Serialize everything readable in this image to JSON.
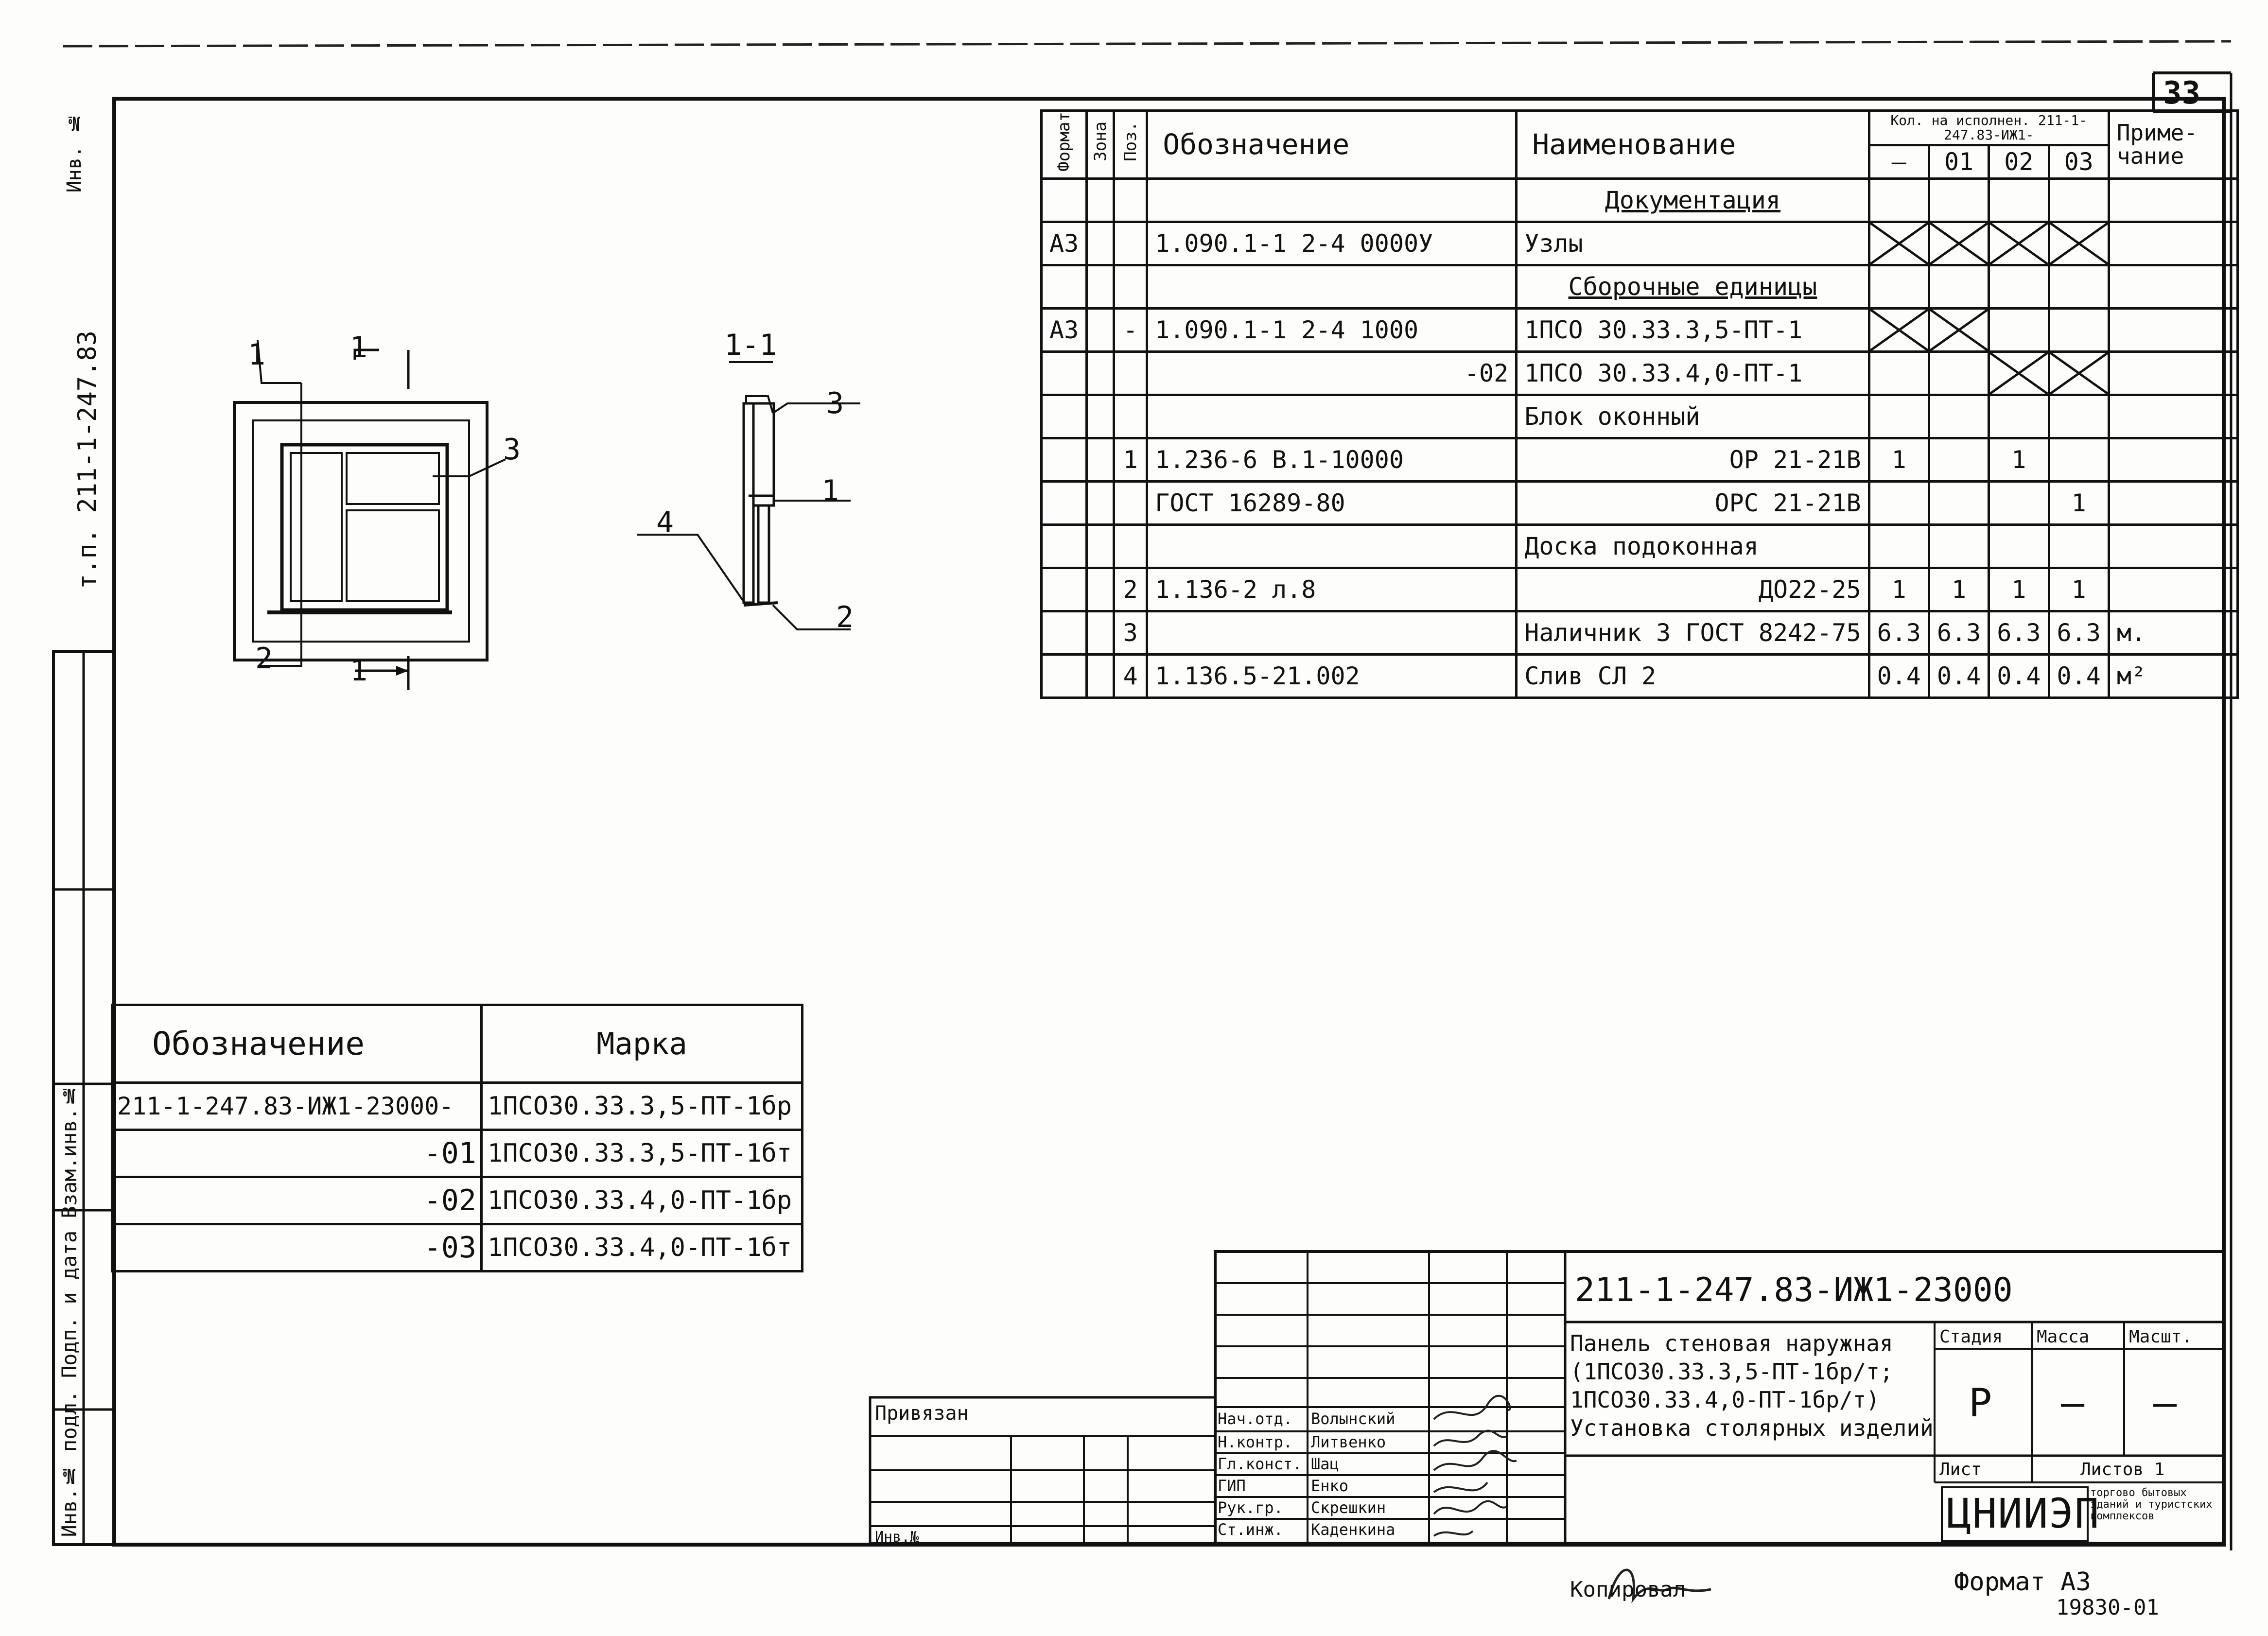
{
  "sheet": {
    "number": "33",
    "side_note_top": "Инв. №",
    "side_note_code": "т.п. 211-1-247.83",
    "left_strip": "Инв.№ подл. Подп. и дата Взам.инв.№"
  },
  "section_labels": {
    "section_1_left": "1",
    "section_1_top": "1",
    "section_1_bottom": "1",
    "section_2_left": "2",
    "callout_3": "3",
    "section_title": "1-1",
    "callout_3b": "3",
    "callout_1b": "1",
    "callout_4": "4",
    "callout_2b": "2"
  },
  "spec": {
    "headers": {
      "format": "Формат",
      "zone": "Зона",
      "pos": "Поз.",
      "designation": "Обозначение",
      "name": "Наименование",
      "qty_title": "Кол. на исполнен. 211-1-247.83-ИЖ1-",
      "qty_cols": [
        "—",
        "01",
        "02",
        "03"
      ],
      "note": "Приме-чание"
    },
    "rows": [
      {
        "format": "",
        "pos": "",
        "designation": "",
        "name": "Документация",
        "q": [
          "",
          "",
          "",
          ""
        ],
        "note": "",
        "kind": "section"
      },
      {
        "format": "А3",
        "pos": "",
        "designation": "1.090.1-1 2-4 0000У",
        "name": "Узлы",
        "q": [
          "x",
          "x",
          "x",
          "x"
        ],
        "note": ""
      },
      {
        "format": "",
        "pos": "",
        "designation": "",
        "name": "Сборочные единицы",
        "q": [
          "",
          "",
          "",
          ""
        ],
        "note": "",
        "kind": "section"
      },
      {
        "format": "А3",
        "pos": "-",
        "designation": "1.090.1-1 2-4 1000",
        "name": "1ПСО 30.33.3,5-ПТ-1",
        "q": [
          "x",
          "x",
          "",
          ""
        ],
        "note": ""
      },
      {
        "format": "",
        "pos": "",
        "designation": "-02",
        "name": "1ПСО 30.33.4,0-ПТ-1",
        "q": [
          "",
          "",
          "x",
          "x"
        ],
        "note": "",
        "align": "right"
      },
      {
        "format": "",
        "pos": "",
        "designation": "",
        "name": "Блок оконный",
        "q": [
          "",
          "",
          "",
          ""
        ],
        "note": "",
        "kind": "plain"
      },
      {
        "format": "",
        "pos": "1",
        "designation": "1.236-6 В.1-10000",
        "name": "ОР 21-21В",
        "q": [
          "1",
          "",
          "1",
          ""
        ],
        "note": "",
        "nameAlign": "right"
      },
      {
        "format": "",
        "pos": "",
        "designation": "ГОСТ 16289-80",
        "name": "ОРС 21-21В",
        "q": [
          "",
          "",
          "",
          "1"
        ],
        "note": "",
        "nameAlign": "right"
      },
      {
        "format": "",
        "pos": "",
        "designation": "",
        "name": "Доска подоконная",
        "q": [
          "",
          "",
          "",
          ""
        ],
        "note": "",
        "kind": "plain"
      },
      {
        "format": "",
        "pos": "2",
        "designation": "1.136-2 л.8",
        "name": "ДО22-25",
        "q": [
          "1",
          "1",
          "1",
          "1"
        ],
        "note": "",
        "nameAlign": "right"
      },
      {
        "format": "",
        "pos": "3",
        "designation": "",
        "name": "Наличник 3 ГОСТ 8242-75",
        "q": [
          "6.3",
          "6.3",
          "6.3",
          "6.3"
        ],
        "note": "м."
      },
      {
        "format": "",
        "pos": "4",
        "designation": "1.136.5-21.002",
        "name": "Слив СЛ 2",
        "q": [
          "0.4",
          "0.4",
          "0.4",
          "0.4"
        ],
        "note": "м²"
      }
    ]
  },
  "marks": {
    "headers": {
      "designation": "Обозначение",
      "mark": "Марка"
    },
    "rows": [
      {
        "designation": "211-1-247.83-ИЖ1-23000-",
        "mark": "1ПСО30.33.3,5-ПТ-1бр"
      },
      {
        "designation": "-01",
        "mark": "1ПСО30.33.3,5-ПТ-1бт"
      },
      {
        "designation": "-02",
        "mark": "1ПСО30.33.4,0-ПТ-1бр"
      },
      {
        "designation": "-03",
        "mark": "1ПСО30.33.4,0-ПТ-1бт"
      }
    ]
  },
  "title_block": {
    "code": "211-1-247.83-ИЖ1-23000",
    "title_lines": [
      "Панель стеновая наружная",
      "(1ПСО30.33.3,5-ПТ-1бр/т;",
      "1ПСО30.33.4,0-ПТ-1бр/т)",
      "Установка столярных изделий"
    ],
    "stage_h": "Стадия",
    "mass_h": "Масса",
    "scale_h": "Масшт.",
    "stage": "Р",
    "mass": "—",
    "scale": "—",
    "sheet_h": "Лист",
    "sheets_h": "Листов 1",
    "org": "ЦНИИЭП",
    "org_note": "торгово бытовых зданий и туристских комплексов",
    "privyazan": "Привязан",
    "inv": "Инв.№",
    "people": [
      {
        "role": "Нач.отд.",
        "name": "Волынский"
      },
      {
        "role": "Н.контр.",
        "name": "Литвенко"
      },
      {
        "role": "Гл.конст.",
        "name": "Шац"
      },
      {
        "role": "ГИП",
        "name": "Енко"
      },
      {
        "role": "Рук.гр.",
        "name": "Скрешкин"
      },
      {
        "role": "Ст.инж.",
        "name": "Каденкина"
      }
    ],
    "copied": "Копировал",
    "format": "Формат А3",
    "bottom_num": "19830-01"
  }
}
